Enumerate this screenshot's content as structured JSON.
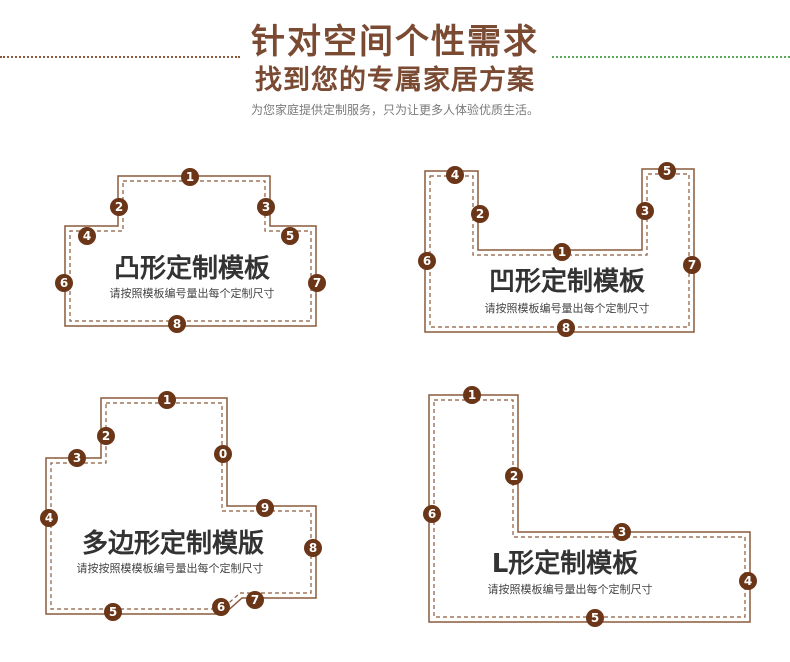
{
  "header": {
    "title": "针对空间个性需求",
    "subtitle": "找到您的专属家居方案",
    "tagline": "为您家庭提供定制服务，只为让更多人体验优质生活。"
  },
  "templates": [
    {
      "name": "凸形定制模板",
      "hint": "请按照模板编号量出每个定制尺寸",
      "markers": [
        "1",
        "2",
        "3",
        "4",
        "5",
        "6",
        "7",
        "8"
      ]
    },
    {
      "name": "凹形定制模板",
      "hint": "请按照模板编号量出每个定制尺寸",
      "markers": [
        "4",
        "5",
        "2",
        "3",
        "1",
        "6",
        "7",
        "8"
      ]
    },
    {
      "name": "多边形定制模版",
      "hint": "请按按照模模板编号量出每个定制尺寸",
      "markers": [
        "1",
        "2",
        "3",
        "0",
        "4",
        "9",
        "8",
        "7",
        "6",
        "5"
      ]
    },
    {
      "name": "L形定制模板",
      "hint": "请按照模板编号量出每个定制尺寸",
      "markers": [
        "1",
        "2",
        "6",
        "3",
        "4",
        "5"
      ]
    }
  ]
}
